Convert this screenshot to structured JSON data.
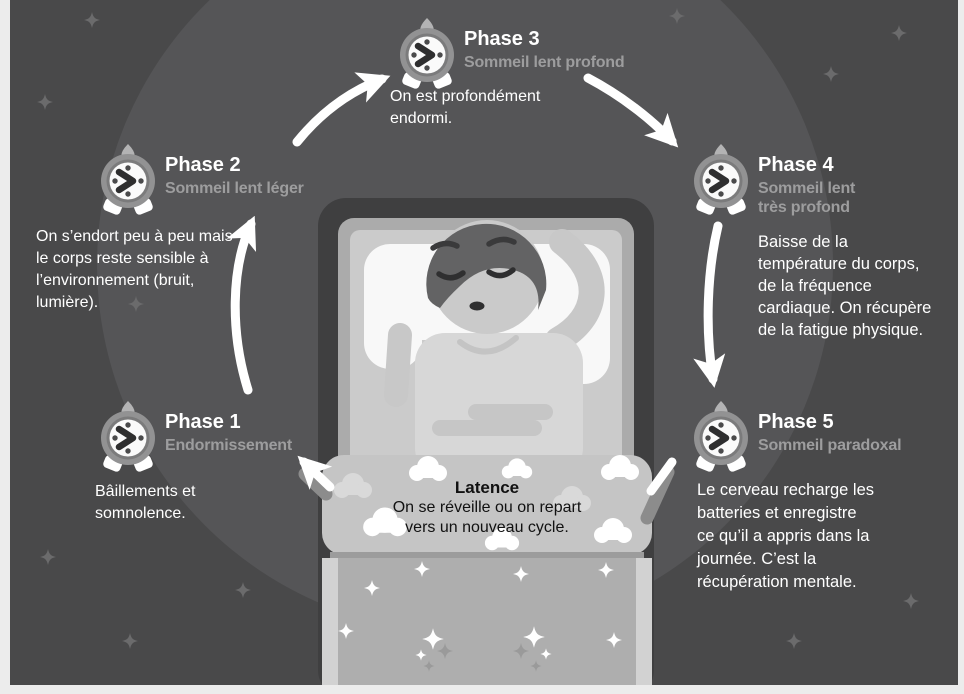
{
  "canvas": {
    "background": "#49494a",
    "circle": "#555557",
    "margin": "#ececec",
    "accent_white": "#ffffff",
    "subtitle_gray": "#9d9d9e"
  },
  "icons": {
    "phase_icon": "alarm-clock-icon"
  },
  "phases": [
    {
      "title": "Phase 1",
      "subtitle": "Endormissement",
      "description": "Bâillements et\nsomnolence."
    },
    {
      "title": "Phase 2",
      "subtitle": "Sommeil lent léger",
      "description": "On s’endort peu à peu mais\nle corps reste sensible à\nl’environnement (bruit,\nlumière)."
    },
    {
      "title": "Phase 3",
      "subtitle": "Sommeil lent profond",
      "description": "On est profondément\nendormi."
    },
    {
      "title": "Phase 4",
      "subtitle": "Sommeil lent\ntrès profond",
      "description": "Baisse de la\ntempérature du corps,\nde la fréquence\ncardiaque. On récupère\nde la fatigue physique."
    },
    {
      "title": "Phase 5",
      "subtitle": "Sommeil paradoxal",
      "description": "Le cerveau recharge les\nbatteries et enregistre\nce qu’il a appris dans la\njournée. C’est la\nrécupération mentale."
    }
  ],
  "center": {
    "latence_title": "Latence",
    "latence_text": "On se réveille ou on repart\nvers un nouveau cycle."
  }
}
